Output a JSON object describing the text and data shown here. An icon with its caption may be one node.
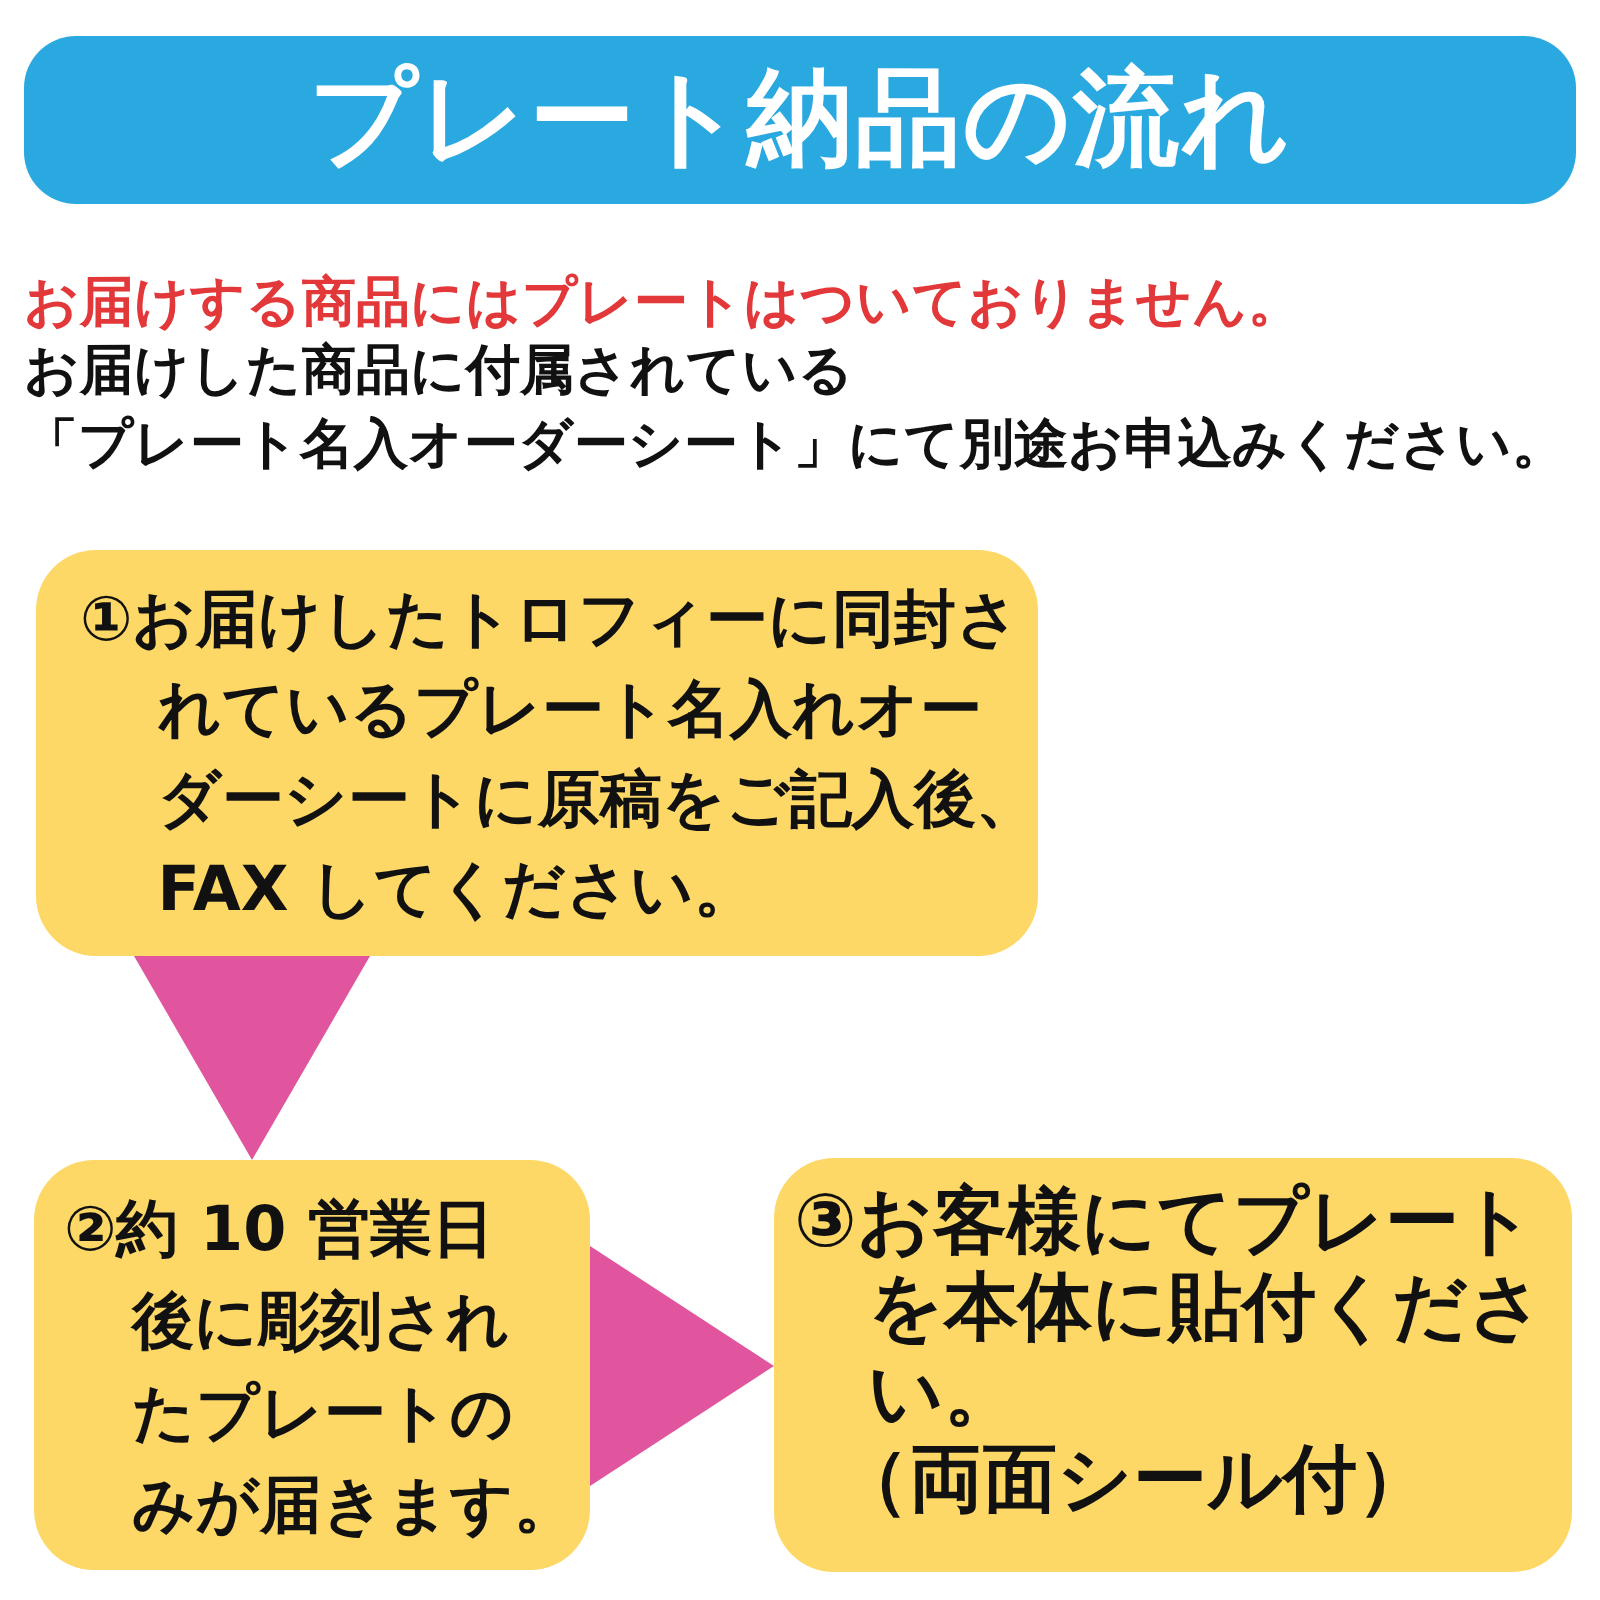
{
  "diagram": {
    "title": "プレート納品の流れ",
    "nodes": [
      {
        "text": [
          "①お届けしたトロフィーに同封されているプレート名入れオーダーシートに原稿をご記入後、FAX してください。"
        ]
      },
      {
        "text": [
          "②約 10 営業日後に彫刻されたプレートのみが届きます。"
        ]
      },
      {
        "text": [
          "③お客様にてプレートを本体に貼付ください。",
          "（両面シール付）"
        ]
      }
    ],
    "edges": [
      {
        "from": 0,
        "to": 1,
        "arrow": "to"
      },
      {
        "from": 1,
        "to": 2,
        "arrow": "to"
      }
    ],
    "labels": [
      "お届けする商品にはプレートはついておりません。",
      "お届けした商品に付属されている「プレート名入オーダーシート」にて別途お申込みください。"
    ]
  }
}
